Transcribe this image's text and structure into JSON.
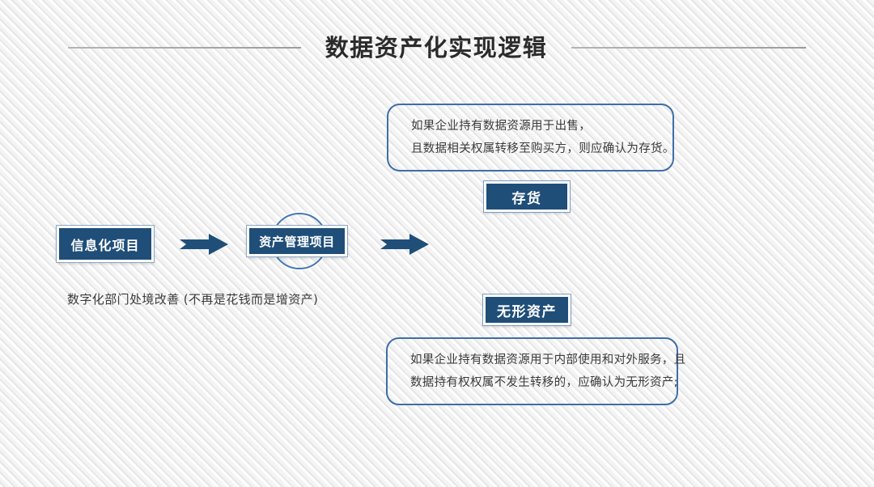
{
  "slide": {
    "title": "数据资产化实现逻辑",
    "background_color": "#f7f7f7",
    "accent_color": "#1f4e79",
    "callout_border_color": "#3e6ea8",
    "rule_color": "#a5a5a7"
  },
  "flow": {
    "step1_label": "信息化项目",
    "step2_label": "资产管理项目",
    "caption": "数字化部门处境改善 (不再是花钱而是增资产)",
    "arrow1_icon": "right-arrow-icon",
    "arrow2_icon": "right-arrow-icon",
    "ring_icon": "circle-ring-icon"
  },
  "branches": [
    {
      "badge": "存货",
      "callout_lines": [
        "如果企业持有数据资源用于出售，",
        "且数据相关权属转移至购买方，则应确认为存货。"
      ]
    },
    {
      "badge": "无形资产",
      "callout_lines": [
        "如果企业持有数据资源用于内部使用和对外服务，且",
        "数据持有权权属不发生转移的，应确认为无形资产;"
      ]
    }
  ]
}
